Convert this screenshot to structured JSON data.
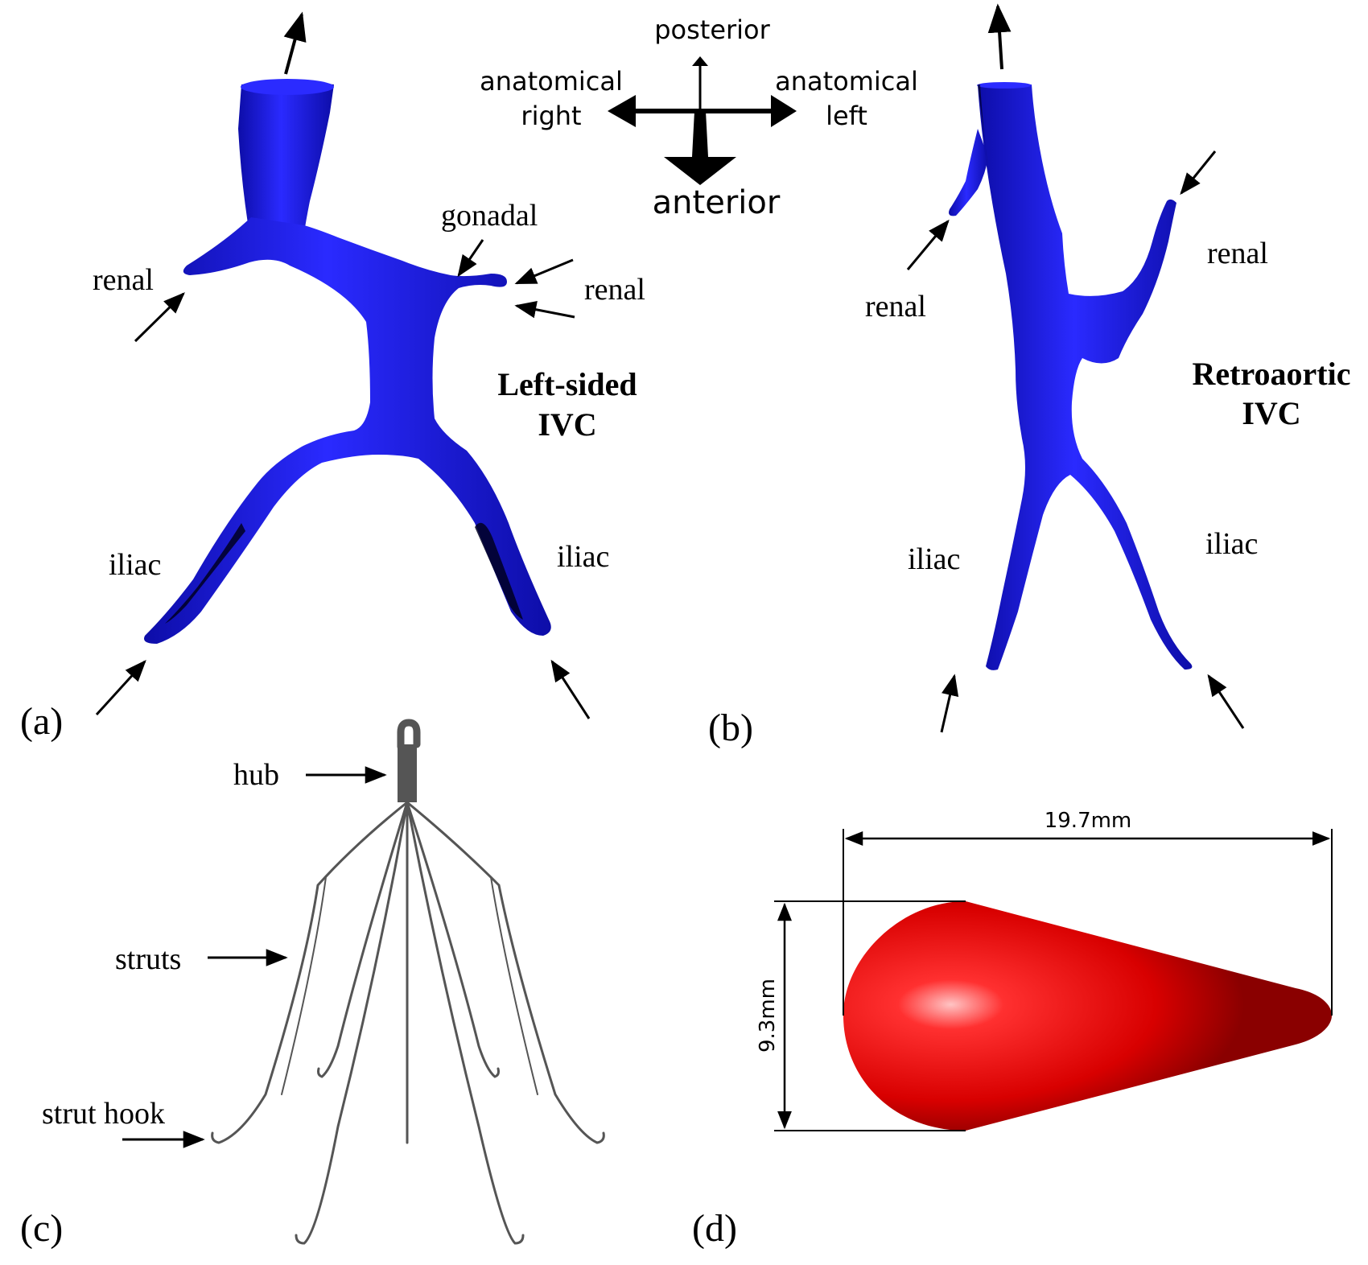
{
  "colors": {
    "vessel": "#1a1ad6",
    "vessel_dark": "#0a0a8a",
    "vessel_shadow": "#000033",
    "clot": "#e00000",
    "clot_highlight": "#ffb3b3",
    "filter_metal": "#555555"
  },
  "panel_a": {
    "letter": "(a)",
    "title_line1": "Left-sided",
    "title_line2": "IVC",
    "label_renal_right": "renal",
    "label_renal_left": "renal",
    "label_gonadal": "gonadal",
    "label_iliac_right": "iliac",
    "label_iliac_left": "iliac"
  },
  "orientation": {
    "posterior": "posterior",
    "anterior": "anterior",
    "right_line1": "anatomical",
    "right_line2": "right",
    "left_line1": "anatomical",
    "left_line2": "left"
  },
  "panel_b": {
    "letter": "(b)",
    "title_line1": "Retroaortic",
    "title_line2": "IVC",
    "label_renal_right": "renal",
    "label_renal_left": "renal",
    "label_iliac_right": "iliac",
    "label_iliac_left": "iliac"
  },
  "panel_c": {
    "letter": "(c)",
    "label_hub": "hub",
    "label_struts": "struts",
    "label_strut_hook": "strut hook"
  },
  "panel_d": {
    "letter": "(d)",
    "width_dim": "19.7mm",
    "height_dim": "9.3mm"
  }
}
